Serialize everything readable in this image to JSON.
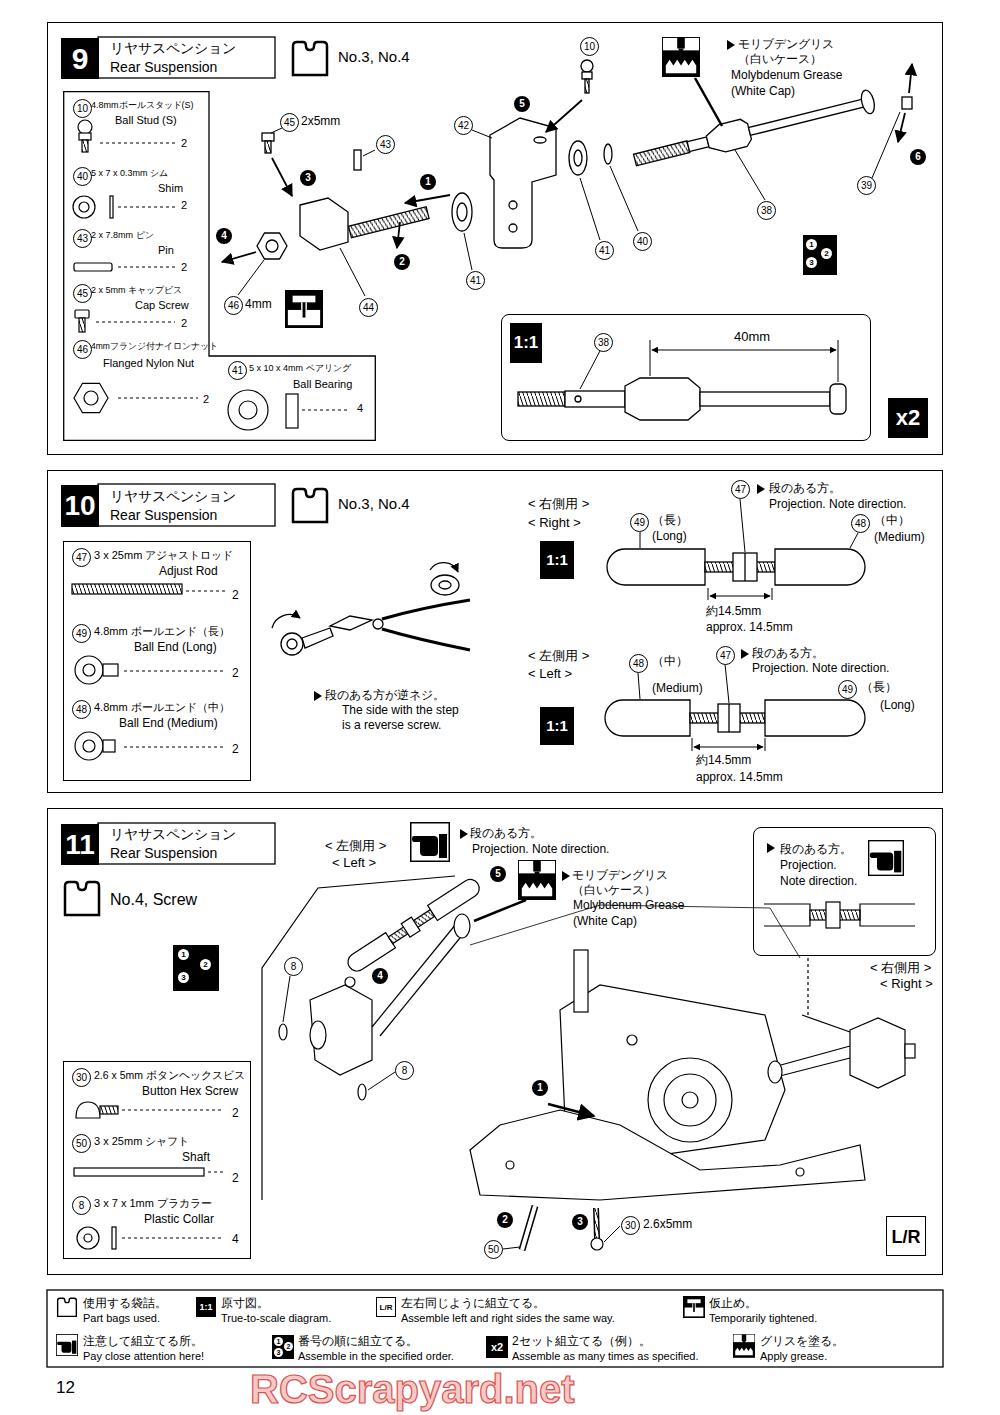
{
  "diagram": {
    "nodes": [
      {
        "text": [
          "9",
          "リヤサスペンション",
          "Rear Suspension"
        ]
      },
      {
        "text": [
          "10",
          "4.8mmボールスタッド(S)",
          "Ball Stud (S)",
          "2",
          "40",
          "5 x 7 x 0.3mm シム",
          "Shim",
          "2",
          "43",
          "2 x 7.8mm ピン",
          "Pin",
          "2",
          "45",
          "2 x 5mm キャップビス",
          "Cap Screw",
          "2",
          "46",
          "4mmフランジ付ナイロンナット",
          "Flanged Nylon Nut",
          "2",
          "41",
          "5 x 10 x 4mm ベアリング",
          "Ball Bearing",
          "4"
        ],
        "in": 0
      },
      {
        "text": [
          "1:1",
          "38",
          "40mm"
        ],
        "in": 0
      },
      {
        "text": [
          "10",
          "リヤサスペンション",
          "Rear Suspension"
        ]
      },
      {
        "text": [
          "47",
          "3 x 25mm アジャストロッド",
          "Adjust Rod",
          "2",
          "49",
          "4.8mm ボールエンド（長）",
          "Ball End (Long)",
          "2",
          "48",
          "4.8mm ボールエンド（中）",
          "Ball End (Medium)",
          "2"
        ],
        "in": 3
      },
      {
        "text": [
          "11",
          "リヤサスペンション",
          "Rear Suspension"
        ]
      },
      {
        "text": [
          "段のある方。",
          "Projection.",
          "Note direction."
        ],
        "in": 5
      },
      {
        "text": [
          "30",
          "2.6 x 5mm ボタンヘックスビス",
          "Button Hex Screw",
          "2",
          "50",
          "3 x 25mm シャフト",
          "Shaft",
          "2",
          "8",
          "3 x 7 x 1mm プラカラー",
          "Plastic Collar",
          "4"
        ],
        "in": 5
      }
    ],
    "labels": [
      "No.3, No.4",
      "10",
      "モリブデングリス",
      "（白いケース）",
      "Molybdenum Grease",
      "(White Cap)",
      "5",
      "45",
      "2x5mm",
      "42",
      "43",
      "6",
      "3",
      "39",
      "1",
      "38",
      "4",
      "1",
      "2",
      "3",
      "40",
      "41",
      "2",
      "41",
      "46",
      "4mm",
      "44",
      "x2",
      "No.3, No.4",
      "47",
      "段のある方。",
      "< 右側用 >",
      "Projection. Note direction.",
      "49",
      "（長）",
      "48",
      "（中）",
      "< Right >",
      "(Long)",
      "(Medium)",
      "1:1",
      "約14.5mm",
      "approx. 14.5mm",
      "47",
      "段のある方。",
      "< 左側用 >",
      "48",
      "（中）",
      "Projection. Note direction.",
      "< Left >",
      "49",
      "（長）",
      "(Medium)",
      "段のある方が逆ネジ。",
      "(Long)",
      "The side with the step",
      "1:1",
      "is a reverse screw.",
      "約14.5mm",
      "approx. 14.5mm",
      "段のある方。",
      "< 左側用 >",
      "Projection. Note direction.",
      "< Left >",
      "5",
      "モリブデングリス",
      "（白いケース）",
      "No.4, Screw",
      "Molybdenum Grease",
      "(White Cap)",
      "1",
      "2",
      "3",
      "8",
      "< 右側用 >",
      "4",
      "< Right >",
      "8",
      "1",
      "2",
      "3",
      "30",
      "2.6x5mm",
      "L/R",
      "50",
      "1:1",
      "L/R",
      "1",
      "2",
      "3",
      "x2",
      "12",
      "RCScrapyard.net"
    ],
    "legend": [
      {
        "text": "使用する袋詰。"
      },
      {
        "text": "Part bags used."
      },
      {
        "text": "原寸図。"
      },
      {
        "text": "True-to-scale diagram."
      },
      {
        "text": "左右同じように組立てる。"
      },
      {
        "text": "Assemble left and right sides the same way."
      },
      {
        "text": "仮止め。"
      },
      {
        "text": "Temporarily tightened."
      },
      {
        "text": "注意して組立てる所。"
      },
      {
        "text": "Pay close attention here!"
      },
      {
        "text": "番号の順に組立てる。"
      },
      {
        "text": "Assemble in the specified order."
      },
      {
        "text": "2セット組立てる（例）。"
      },
      {
        "text": "Assemble as many times as specified."
      },
      {
        "text": "グリスを塗る。"
      },
      {
        "text": "Apply grease."
      }
    ]
  }
}
